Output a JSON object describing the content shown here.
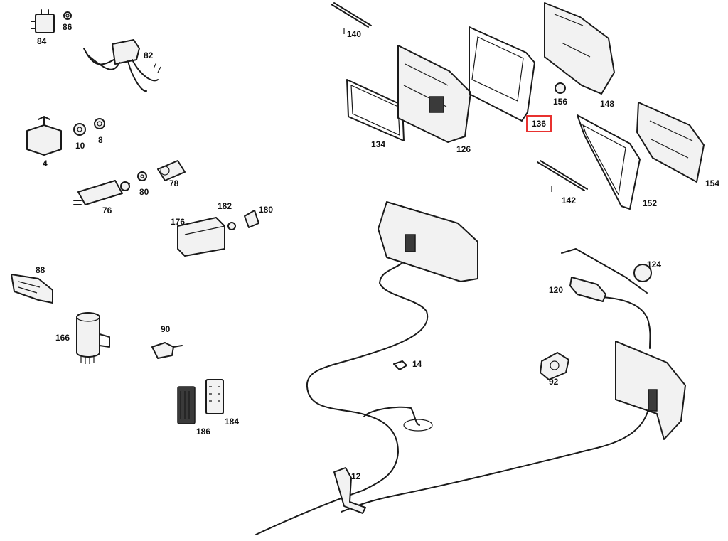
{
  "highlight_color": "#e8312f",
  "line_color": "#1a1a1a",
  "callouts": {
    "p84": "84",
    "p86": "86",
    "p82": "82",
    "p4": "4",
    "p10": "10",
    "p8": "8",
    "p76": "76",
    "p80": "80",
    "p78": "78",
    "p176": "176",
    "p182": "182",
    "p180": "180",
    "p88": "88",
    "p166": "166",
    "p90": "90",
    "p186": "186",
    "p184": "184",
    "p140": "140",
    "p134": "134",
    "p126": "126",
    "p136": "136",
    "p156": "156",
    "p148": "148",
    "p142": "142",
    "p152": "152",
    "p154": "154",
    "p124": "124",
    "p120": "120",
    "p92": "92",
    "p14": "14",
    "p12": "12"
  },
  "highlighted_callout": "136"
}
